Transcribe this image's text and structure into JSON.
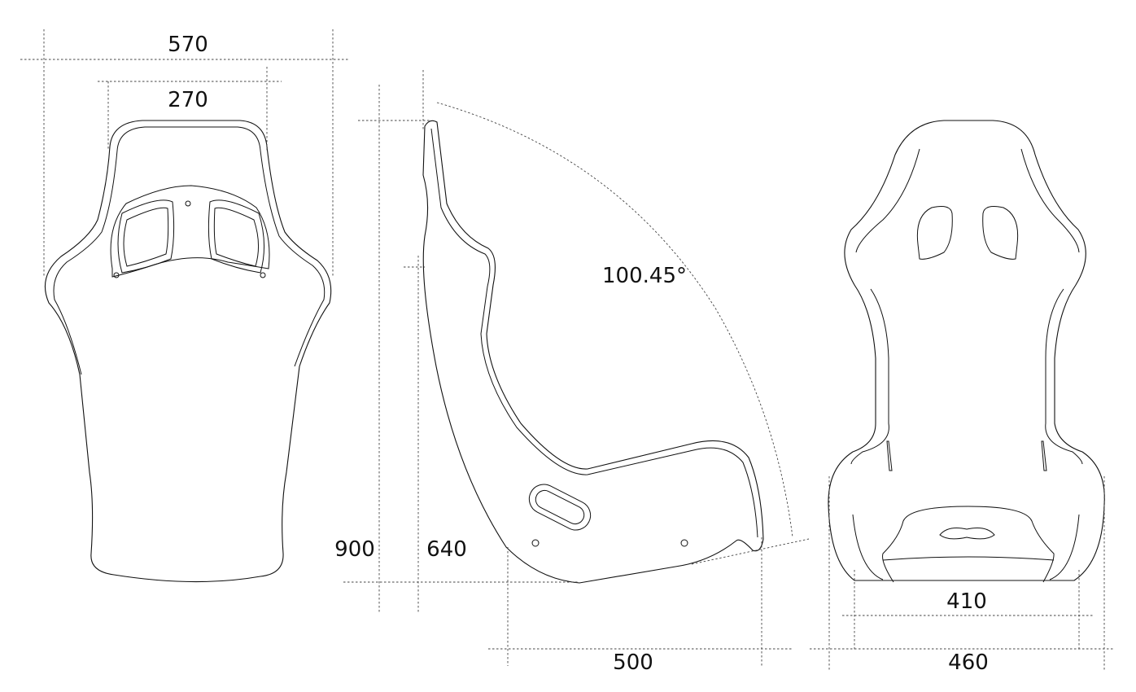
{
  "dimensions": {
    "back_width_total": "570",
    "back_width_head": "270",
    "recline_angle": "100.45°",
    "height_total": "900",
    "height_seat_back": "640",
    "depth": "500",
    "front_width_base": "410",
    "front_width_total": "460"
  }
}
